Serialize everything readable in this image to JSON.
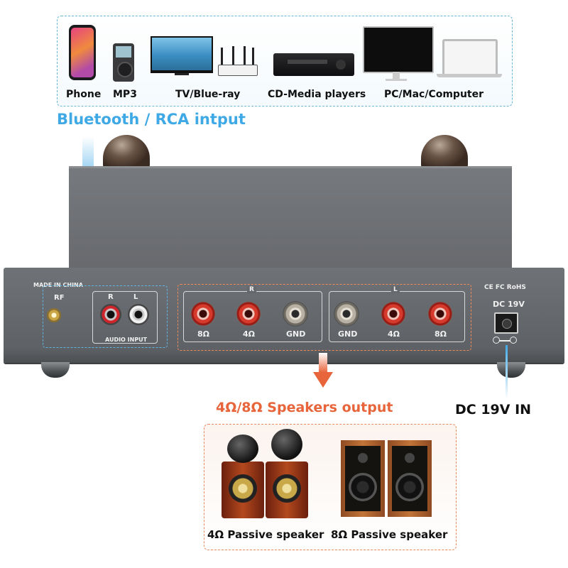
{
  "sources": {
    "labels": [
      "Phone",
      "MP3",
      "TV/Blue-ray",
      "CD-Media players",
      "PC/Mac/Computer"
    ],
    "input_caption": "Bluetooth / RCA intput"
  },
  "panel": {
    "made_in": "MADE IN CHINA",
    "rf_label": "RF",
    "rca_right": "R",
    "rca_left": "L",
    "audio_input": "AUDIO INPUT",
    "group_right": "R",
    "group_left": "L",
    "right_terminals": [
      "8Ω",
      "4Ω",
      "GND"
    ],
    "left_terminals": [
      "GND",
      "4Ω",
      "8Ω"
    ],
    "cert_marks": "CE FC RoHS",
    "dc_label": "DC 19V"
  },
  "outputs": {
    "speaker_caption": "4Ω/8Ω Speakers output",
    "dc_caption": "DC 19V IN",
    "speaker_labels": [
      "4Ω Passive speaker",
      "8Ω Passive speaker"
    ]
  },
  "colors": {
    "input_accent": "#3fa9e6",
    "output_accent": "#e8643a",
    "chassis": "#6b6e72"
  }
}
